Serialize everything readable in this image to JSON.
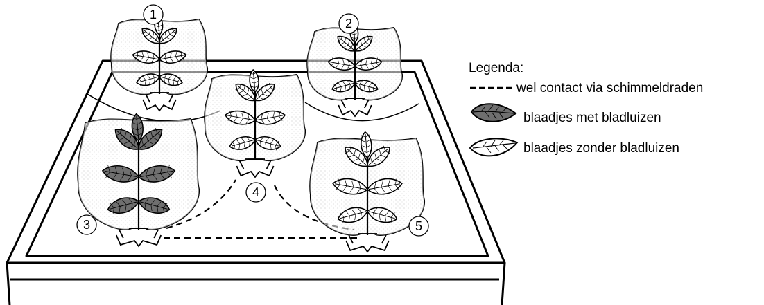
{
  "plant_labels": [
    "1",
    "2",
    "3",
    "4",
    "5"
  ],
  "legend": {
    "title": "Legenda:",
    "items": [
      {
        "label": "wel contact via schimmeldraden",
        "symbol": "dashed-line"
      },
      {
        "label": "blaadjes met bladluizen",
        "symbol": "dark-leaf-icon"
      },
      {
        "label": "blaadjes zonder bladluizen",
        "symbol": "light-leaf-icon"
      }
    ]
  },
  "colors": {
    "outline": "#000000",
    "infested_leaf": "#6f6f6f",
    "healthy_leaf": "#ffffff",
    "bag_stipple": "#555555"
  }
}
